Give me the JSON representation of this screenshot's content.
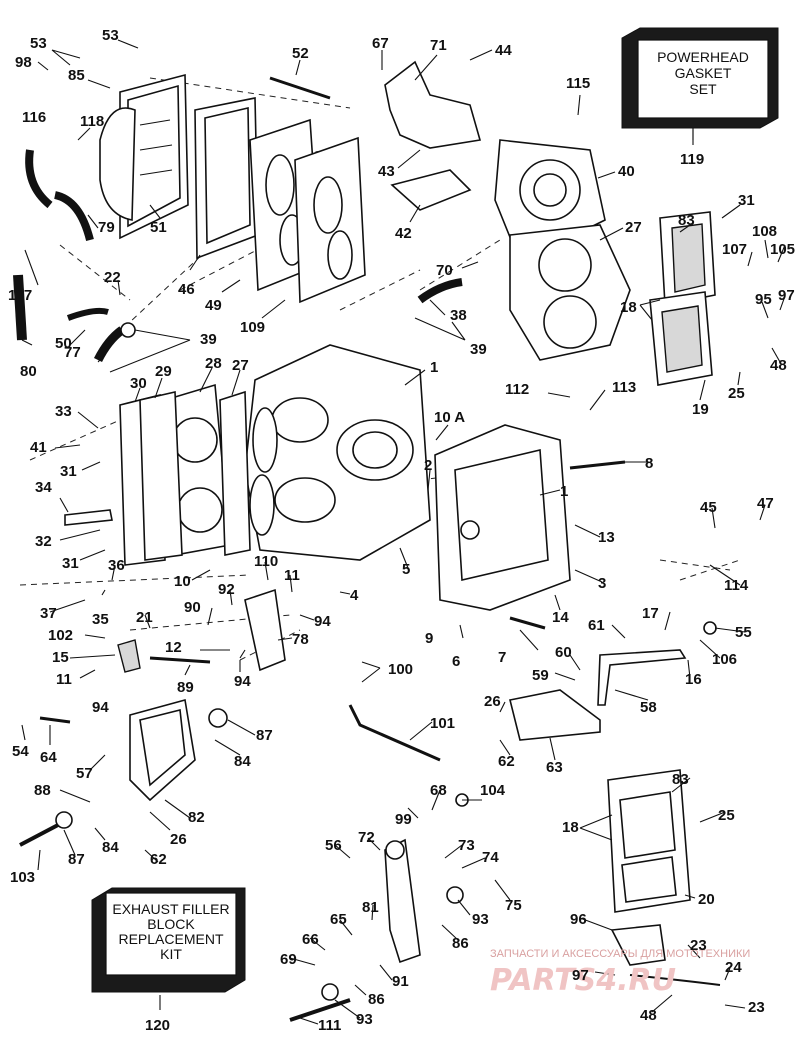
{
  "boxes": {
    "powerhead": {
      "line1": "POWERHEAD",
      "line2": "GASKET",
      "line3": "SET",
      "ref": "119"
    },
    "exhaust": {
      "line1": "EXHAUST FILLER",
      "line2": "BLOCK",
      "line3": "REPLACEMENT",
      "line4": "KIT",
      "ref": "120"
    }
  },
  "watermark": {
    "text": "ЗАПЧАСТИ И АКСЕССУАРЫ ДЛЯ МОТОТЕХНИКИ",
    "logo": "PARTS4.RU"
  },
  "callouts": [
    "53",
    "53",
    "98",
    "85",
    "52",
    "67",
    "71",
    "44",
    "116",
    "118",
    "115",
    "43",
    "40",
    "31",
    "83",
    "108",
    "105",
    "107",
    "42",
    "27",
    "70",
    "117",
    "22",
    "79",
    "51",
    "46",
    "49",
    "109",
    "18",
    "95",
    "97",
    "38",
    "39",
    "50",
    "39",
    "77",
    "80",
    "48",
    "19",
    "25",
    "1",
    "113",
    "112",
    "28",
    "30",
    "29",
    "27",
    "33",
    "41",
    "10 A",
    "8",
    "31",
    "2",
    "1",
    "34",
    "13",
    "32",
    "31",
    "36",
    "5",
    "10",
    "110",
    "92",
    "11",
    "45",
    "47",
    "3",
    "37",
    "35",
    "4",
    "94",
    "90",
    "14",
    "114",
    "102",
    "21",
    "78",
    "17",
    "61",
    "55",
    "15",
    "12",
    "9",
    "6",
    "7",
    "60",
    "106",
    "16",
    "11",
    "100",
    "94",
    "89",
    "59",
    "58",
    "94",
    "26",
    "54",
    "64",
    "101",
    "87",
    "84",
    "62",
    "63",
    "57",
    "88",
    "68",
    "104",
    "83",
    "99",
    "25",
    "82",
    "26",
    "84",
    "72",
    "56",
    "18",
    "87",
    "62",
    "73",
    "74",
    "103",
    "75",
    "20",
    "81",
    "93",
    "65",
    "86",
    "66",
    "96",
    "23",
    "69",
    "91",
    "24",
    "86",
    "97",
    "93",
    "111",
    "48",
    "23",
    "120",
    "119"
  ]
}
